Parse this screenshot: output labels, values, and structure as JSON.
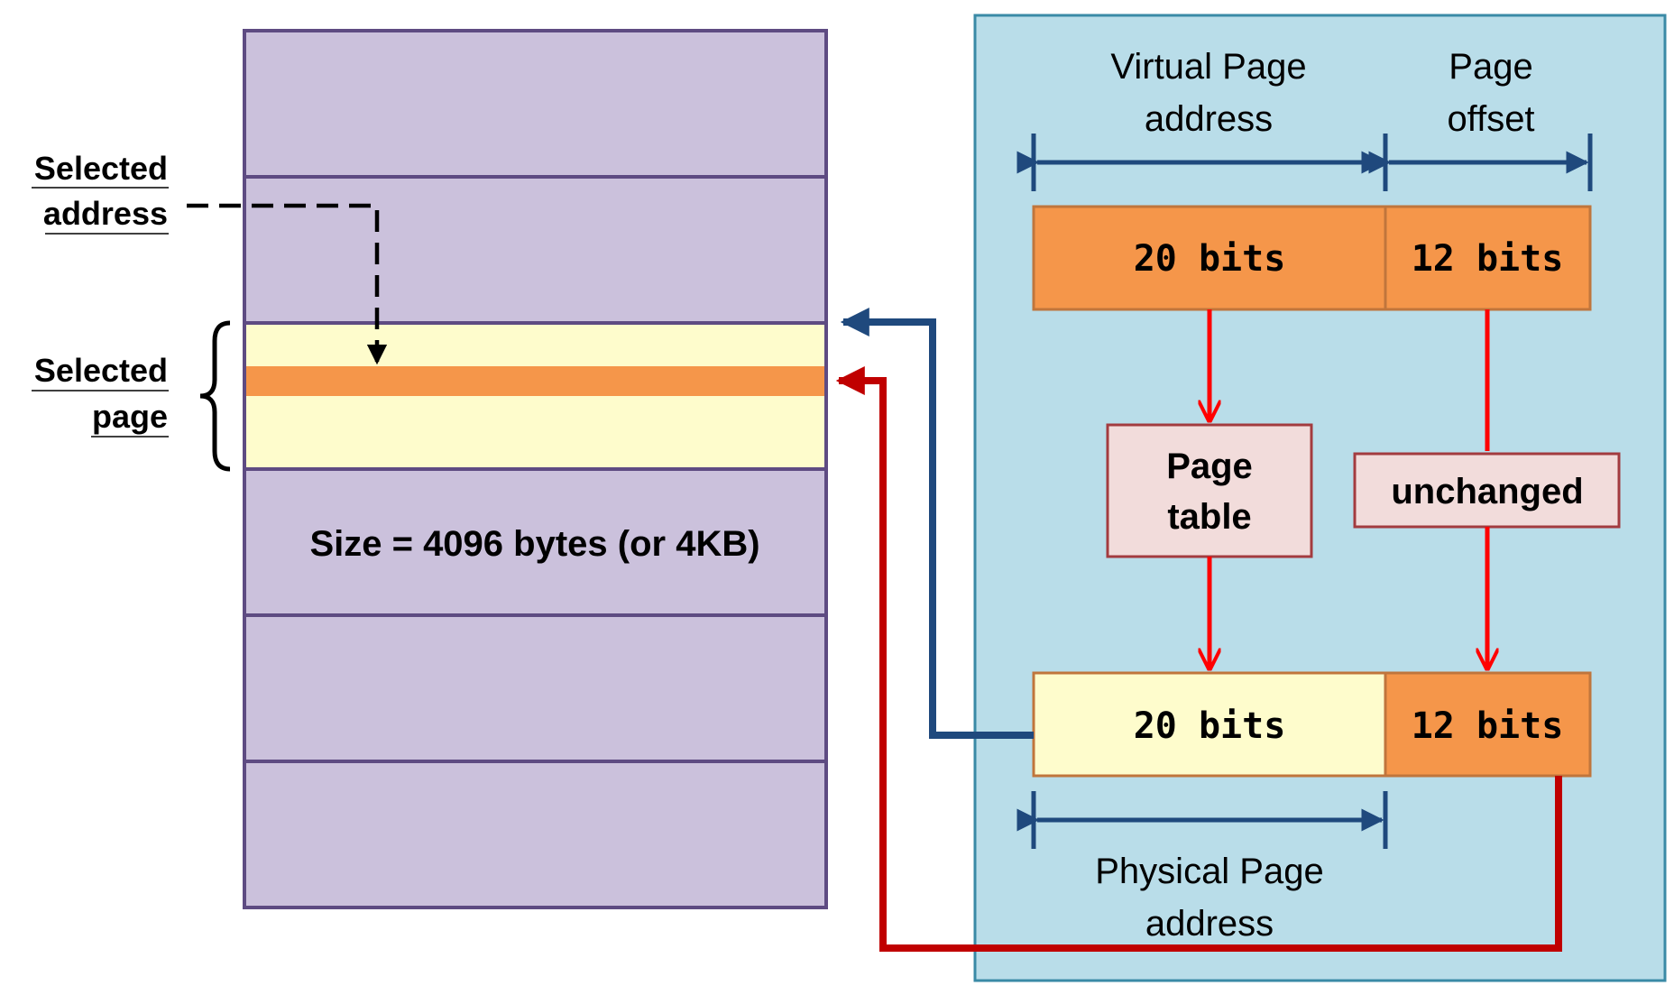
{
  "labels": {
    "selected_address": [
      "Selected",
      "address"
    ],
    "selected_page": [
      "Selected",
      "page"
    ],
    "page_size": "Size = 4096 bytes (or 4KB)",
    "virtual_page_address": [
      "Virtual Page",
      "address"
    ],
    "page_offset": [
      "Page",
      "offset"
    ],
    "physical_page_address": [
      "Physical Page",
      "address"
    ],
    "page_table": [
      "Page",
      "table"
    ],
    "unchanged": "unchanged"
  },
  "virtual_address": {
    "page_bits": "20 bits",
    "offset_bits": "12 bits"
  },
  "physical_address": {
    "page_bits": "20 bits",
    "offset_bits": "12 bits"
  },
  "colors": {
    "memory_block": "#cbc1dc",
    "memory_border": "#5e4b82",
    "selected_page": "#fefccc",
    "selected_address": "#f5964a",
    "translation_panel": "#b9dde9",
    "panel_border": "#3a8aa6",
    "orange_field": "#f5964a",
    "field_border": "#c0753c",
    "page_table_box": "#f2dcdb",
    "box_border": "#a33b3f",
    "blue_arrow": "#1f497d",
    "red_arrow": "#ff0000",
    "dark_red_arrow": "#c00000"
  }
}
